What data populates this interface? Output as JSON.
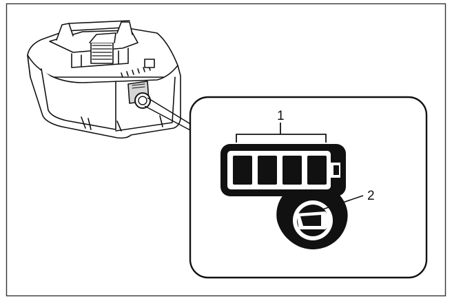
{
  "figure": {
    "callouts": [
      {
        "number": "1",
        "target": "battery-level-indicator-lamps"
      },
      {
        "number": "2",
        "target": "check-button"
      }
    ],
    "colors": {
      "line": "#111111",
      "fill": "#ffffff",
      "shade": "#d6d6d6"
    },
    "icons": [
      "battery-pack-icon",
      "battery-level-indicator-icon",
      "check-button-battery-icon"
    ]
  }
}
